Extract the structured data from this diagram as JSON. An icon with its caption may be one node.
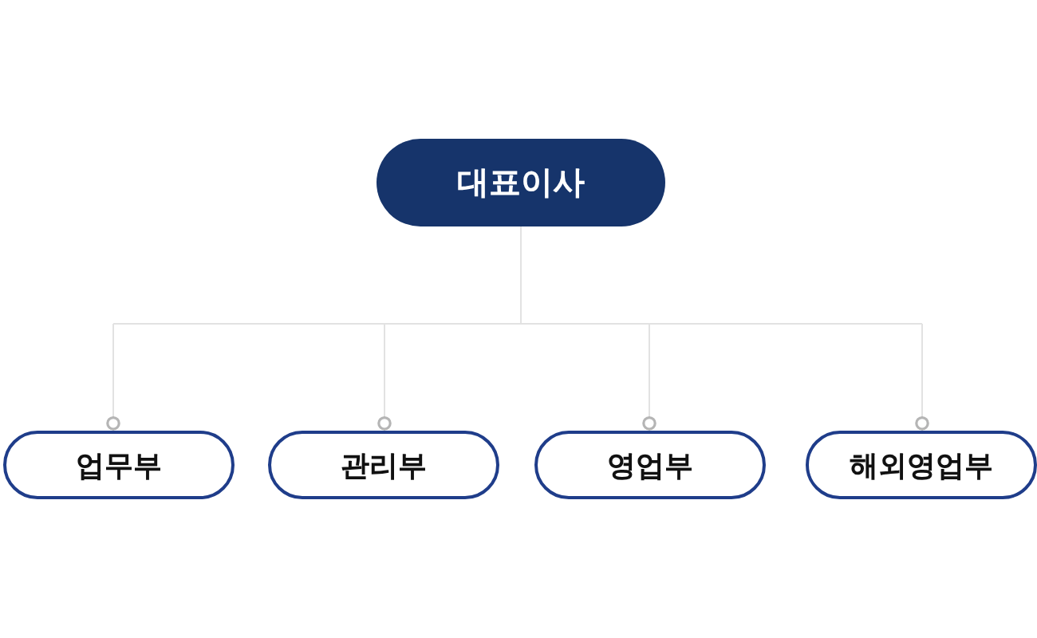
{
  "diagram": {
    "nodes": [
      {
        "text": [
          "대표이사"
        ]
      },
      {
        "text": [
          "업무부"
        ]
      },
      {
        "text": [
          "관리부"
        ]
      },
      {
        "text": [
          "영업부"
        ]
      },
      {
        "text": [
          "해외영업부"
        ]
      }
    ],
    "edges": [
      {
        "from": 0,
        "to": 1,
        "arrow": "other"
      },
      {
        "from": 0,
        "to": 2,
        "arrow": "other"
      },
      {
        "from": 0,
        "to": 3,
        "arrow": "other"
      },
      {
        "from": 0,
        "to": 4,
        "arrow": "other"
      }
    ]
  }
}
